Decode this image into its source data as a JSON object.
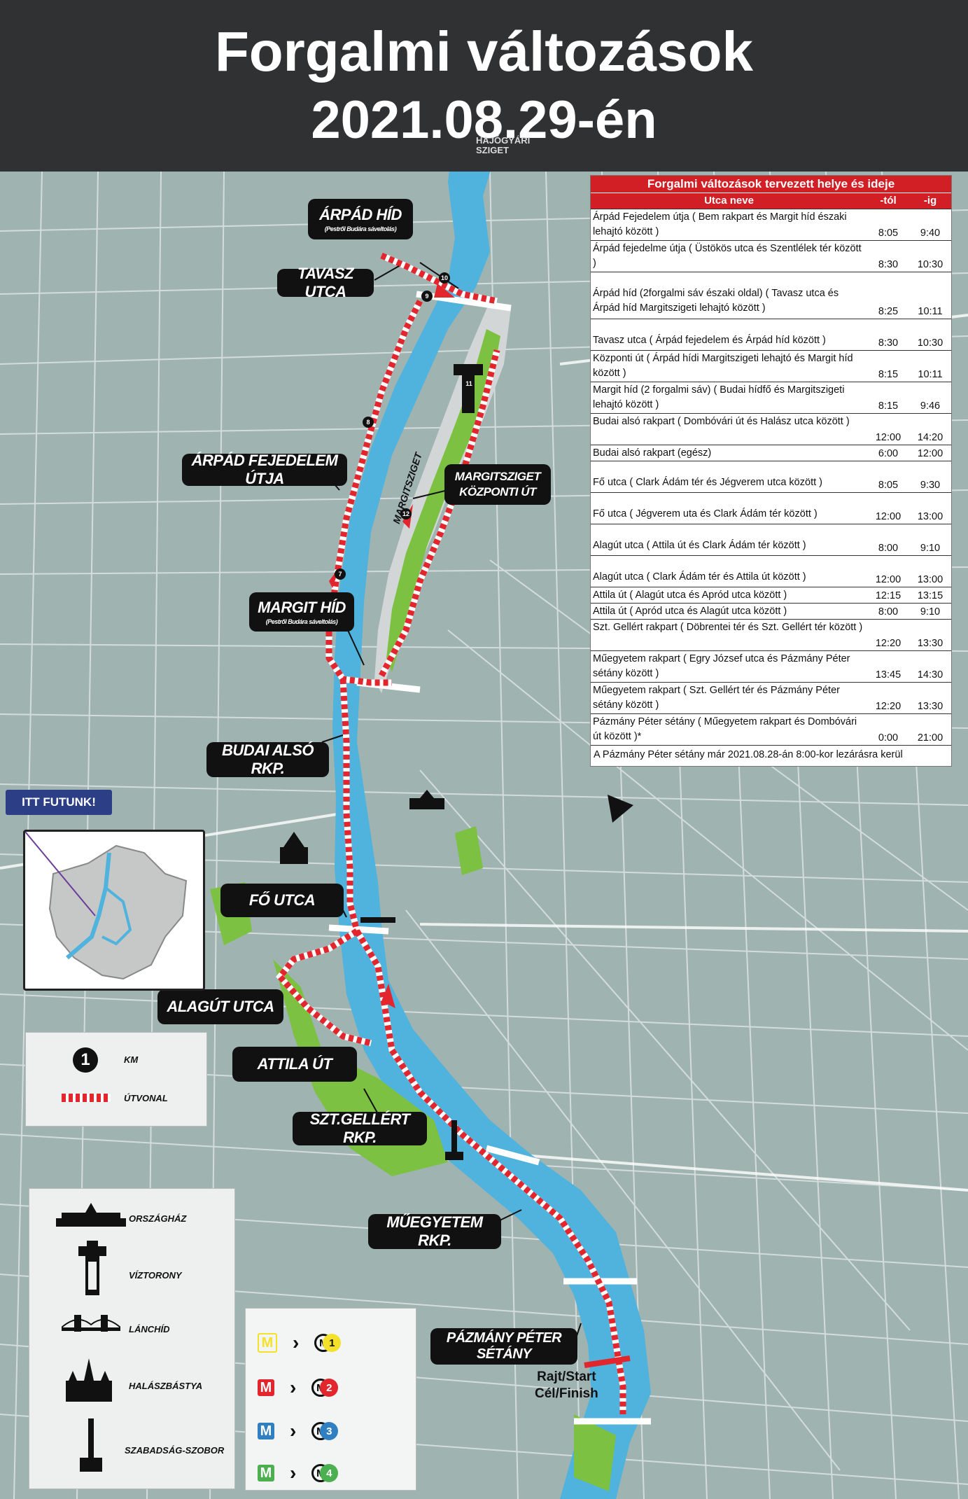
{
  "header": {
    "title_line1": "Forgalmi változások",
    "title_line2": "2021.08.29-én"
  },
  "map_labels": {
    "hajogyari": "HAJÓGYÁRI SZIGET",
    "margitsziget": "MARGITSZIGET"
  },
  "route_labels": [
    {
      "id": "arpad-hid",
      "text": "ÁRPÁD HÍD",
      "sub": "(Pestről Budára sáveltolás)"
    },
    {
      "id": "tavasz-utca",
      "text": "TAVASZ UTCA",
      "sub": ""
    },
    {
      "id": "arpad-fejedelem-utja",
      "text": "ÁRPÁD FEJEDELEM ÚTJA",
      "sub": ""
    },
    {
      "id": "margitsziget-kozponti-ut",
      "text": "MARGITSZIGET KÖZPONTI ÚT",
      "sub": ""
    },
    {
      "id": "margit-hid",
      "text": "MARGIT HÍD",
      "sub": "(Pestről Budára sáveltolás)"
    },
    {
      "id": "budai-also-rkp",
      "text": "BUDAI ALSÓ RKP.",
      "sub": ""
    },
    {
      "id": "fo-utca",
      "text": "FŐ UTCA",
      "sub": ""
    },
    {
      "id": "alagut-utca",
      "text": "ALAGÚT UTCA",
      "sub": ""
    },
    {
      "id": "attila-ut",
      "text": "ATTILA ÚT",
      "sub": ""
    },
    {
      "id": "szt-gellert-rkp",
      "text": "SZT.GELLÉRT RKP.",
      "sub": ""
    },
    {
      "id": "muegyetem-rkp",
      "text": "MŰEGYETEM RKP.",
      "sub": ""
    },
    {
      "id": "pazmany-peter-setany",
      "text": "PÁZMÁNY PÉTER SÉTÁNY",
      "sub": ""
    }
  ],
  "km_markers": [
    "7",
    "8",
    "9",
    "10",
    "11",
    "12"
  ],
  "table": {
    "title": "Forgalmi változások tervezett helye és ideje",
    "headers": [
      "Utca neve",
      "-tól",
      "-ig"
    ],
    "rows": [
      {
        "street": "Árpád Fejedelem útja ( Bem rakpart és Margit híd északi lehajtó között )",
        "from": "8:05",
        "to": "9:40"
      },
      {
        "street": "Árpád fejedelme útja ( Üstökös utca és Szentlélek tér között )",
        "from": "8:30",
        "to": "10:30"
      },
      {
        "street": "Árpád híd (2forgalmi sáv északi oldal) ( Tavasz utca és Árpád híd Margitszigeti lehajtó között )",
        "from": "8:25",
        "to": "10:11"
      },
      {
        "street": "Tavasz utca ( Árpád fejedelem és Árpád híd között )",
        "from": "8:30",
        "to": "10:30"
      },
      {
        "street": "Központi út ( Árpád hídi Margitszigeti lehajtó és Margit híd között )",
        "from": "8:15",
        "to": "10:11"
      },
      {
        "street": "Margit híd (2 forgalmi sáv) ( Budai hídfő és Margitszigeti lehajtó között )",
        "from": "8:15",
        "to": "9:46"
      },
      {
        "street": "Budai alsó rakpart ( Dombóvári út és Halász utca között )",
        "from": "12:00",
        "to": "14:20"
      },
      {
        "street": "Budai alsó rakpart (egész)",
        "from": "6:00",
        "to": "12:00"
      },
      {
        "street": "Fő utca ( Clark Ádám tér és Jégverem utca között )",
        "from": "8:05",
        "to": "9:30"
      },
      {
        "street": "Fő utca ( Jégverem uta és Clark Ádám tér között )",
        "from": "12:00",
        "to": "13:00"
      },
      {
        "street": "Alagút utca ( Attila út és Clark Ádám tér között )",
        "from": "8:00",
        "to": "9:10"
      },
      {
        "street": "Alagút utca ( Clark Ádám tér és Attila út között )",
        "from": "12:00",
        "to": "13:00"
      },
      {
        "street": "Attila út ( Alagút utca és Apród utca között )",
        "from": "12:15",
        "to": "13:15"
      },
      {
        "street": "Attila út ( Apród utca és Alagút utca között )",
        "from": "8:00",
        "to": "9:10"
      },
      {
        "street": "Szt. Gellért rakpart ( Döbrentei tér és Szt. Gellért tér között )",
        "from": "12:20",
        "to": "13:30"
      },
      {
        "street": "Műegyetem rakpart ( Egry József utca és Pázmány Péter sétány között )",
        "from": "13:45",
        "to": "14:30"
      },
      {
        "street": "Műegyetem rakpart ( Szt. Gellért tér és Pázmány Péter sétány között )",
        "from": "12:20",
        "to": "13:30"
      },
      {
        "street": "Pázmány Péter sétány ( Műegyetem rakpart és Dombóvári út között )*",
        "from": "0:00",
        "to": "21:00"
      }
    ],
    "footnote": "A Pázmány Péter sétány már 2021.08.28-án 8:00-kor lezárásra kerül"
  },
  "inset": {
    "label": "ITT FUTUNK!"
  },
  "legend": {
    "km_number": "1",
    "km_label": "KM",
    "route_label": "ÚTVONAL",
    "route_color": "#e3262d"
  },
  "landmarks": [
    {
      "id": "orszaghaz",
      "label": "ORSZÁGHÁZ"
    },
    {
      "id": "viztorony",
      "label": "VÍZTORONY"
    },
    {
      "id": "lanchid",
      "label": "LÁNCHÍD"
    },
    {
      "id": "halaszbastya",
      "label": "HALÁSZBÁSTYA"
    },
    {
      "id": "szabadsag-szobor",
      "label": "SZABADSÁG-SZOBOR"
    }
  ],
  "metro_lines": [
    {
      "badge": "M",
      "number": "1",
      "color": "#f4e12a"
    },
    {
      "badge": "M",
      "number": "2",
      "color": "#e3262d"
    },
    {
      "badge": "M",
      "number": "3",
      "color": "#2f7fc1"
    },
    {
      "badge": "M",
      "number": "4",
      "color": "#4caf50"
    }
  ],
  "finish": {
    "line1": "Rajt/Start",
    "line2": "Cél/Finish"
  },
  "colors": {
    "river": "#4fb3dd",
    "land": "#9fb3b1",
    "park": "#7cc142",
    "route": "#e3262d",
    "header_bg": "#2f3133"
  }
}
